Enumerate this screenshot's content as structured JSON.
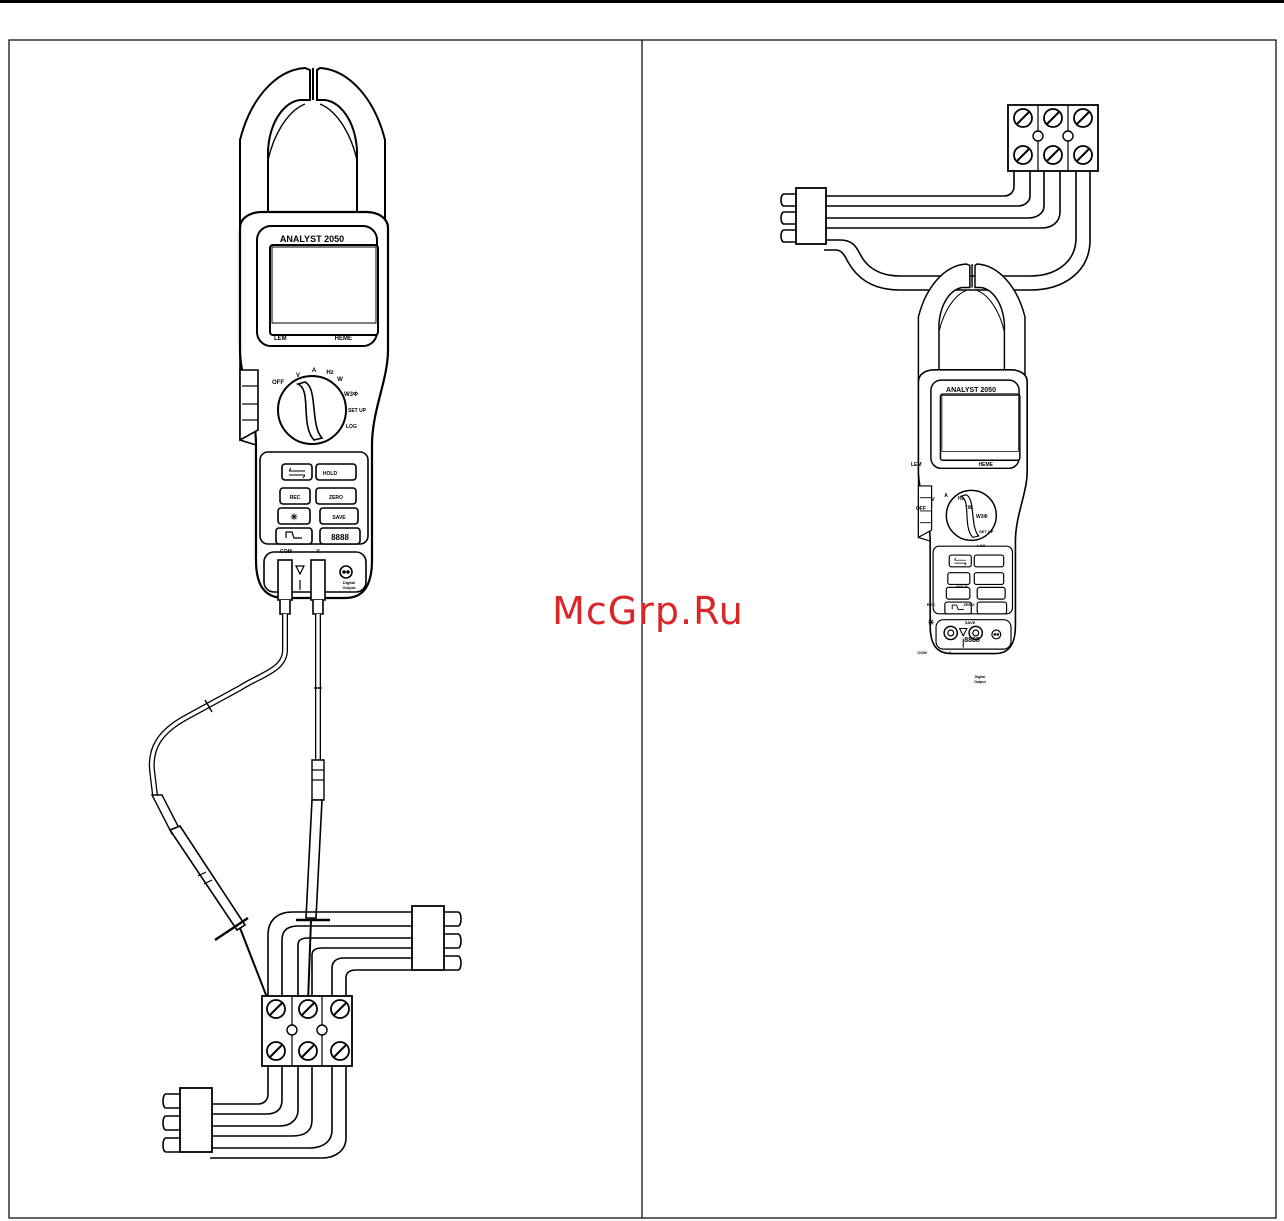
{
  "watermark": "McGrp.Ru",
  "meter": {
    "model": "ANALYST 2050",
    "brand_left": "LEM",
    "brand_right": "HEME",
    "dial": {
      "off": "OFF",
      "v": "V",
      "a": "A",
      "hz": "Hz",
      "w": "W",
      "w3phase": "W3Φ",
      "setup": "SET UP",
      "log": "LOG"
    },
    "buttons": {
      "hold": "HOLD",
      "rec": "REC",
      "zero": "ZERO",
      "backlight": "✳",
      "save": "SAVE",
      "digits": "8888"
    },
    "terminals": {
      "com": "COM",
      "v": "V",
      "digital_output_line1": "Digital",
      "digital_output_line2": "Output"
    }
  },
  "icons": {
    "left_panel": "voltage-measurement-wiring",
    "right_panel": "current-clamp-wiring"
  }
}
